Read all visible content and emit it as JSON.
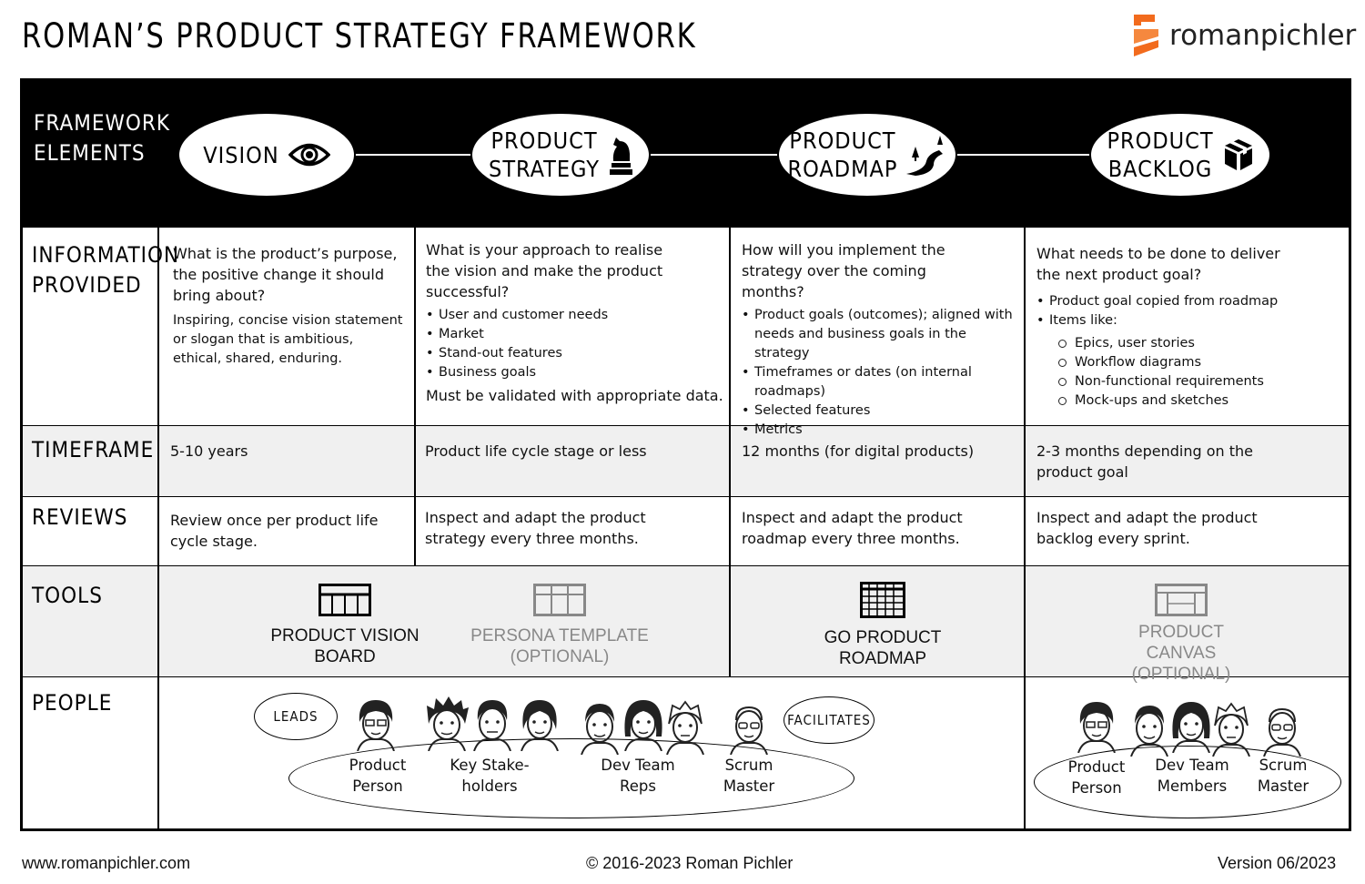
{
  "title": "ROMAN’S PRODUCT STRATEGY FRAMEWORK",
  "logo": {
    "text": "romanpichler",
    "accent": "#f26b1d"
  },
  "header": {
    "label": "FRAMEWORK\nELEMENTS",
    "elements": [
      {
        "label": "VISION",
        "icon": "eye-icon"
      },
      {
        "label": "PRODUCT\nSTRATEGY",
        "icon": "chess-knight-icon"
      },
      {
        "label": "PRODUCT\nROADMAP",
        "icon": "road-icon"
      },
      {
        "label": "PRODUCT\nBACKLOG",
        "icon": "box-icon"
      }
    ]
  },
  "rows": {
    "info": "INFORMATION\nPROVIDED",
    "timeframe": "TIMEFRAME",
    "reviews": "REVIEWS",
    "tools": "TOOLS",
    "people": "PEOPLE"
  },
  "info": {
    "vision": {
      "question": "What is the product’s purpose, the positive change it should bring about?",
      "detail": "Inspiring, concise vision statement or slogan that is ambitious, ethical, shared, enduring."
    },
    "strategy": {
      "question": "What is your approach to realise the vision and make the product successful?",
      "bullets": [
        "User and customer needs",
        "Market",
        "Stand-out features",
        "Business goals"
      ],
      "note": "Must be validated with appropriate data."
    },
    "roadmap": {
      "question": "How will you implement the strategy over the coming months?",
      "bullets": [
        "Product goals (outcomes); aligned with needs and business goals in the strategy",
        "Timeframes or dates (on internal roadmaps)",
        "Selected features",
        "Metrics"
      ]
    },
    "backlog": {
      "question": "What needs to be done to deliver the next product goal?",
      "bullets": [
        "Product goal copied from roadmap",
        "Items like:"
      ],
      "subitems": [
        "Epics, user stories",
        "Workflow diagrams",
        "Non-functional requirements",
        "Mock-ups and sketches"
      ]
    }
  },
  "timeframe": {
    "vision": "5-10 years",
    "strategy": "Product life cycle stage or less",
    "roadmap": "12 months (for digital products)",
    "backlog": "2-3 months depending on the product goal"
  },
  "reviews": {
    "vision": "Review once per product life cycle stage.",
    "strategy": "Inspect and adapt the product strategy every three months.",
    "roadmap": "Inspect and adapt the product roadmap every three months.",
    "backlog": "Inspect and adapt the product backlog every sprint."
  },
  "tools": {
    "vision_board": "PRODUCT VISION\nBOARD",
    "persona": "PERSONA TEMPLATE\n(OPTIONAL)",
    "go_roadmap": "GO PRODUCT\nROADMAP",
    "canvas": "PRODUCT\nCANVAS\n(OPTIONAL)"
  },
  "people": {
    "leads": "LEADS",
    "facilitates": "FACILITATES",
    "strategy_group": [
      "Product\nPerson",
      "Key Stake-\nholders",
      "Dev Team\nReps",
      "Scrum\nMaster"
    ],
    "backlog_group": [
      "Product\nPerson",
      "Dev Team\nMembers",
      "Scrum\nMaster"
    ]
  },
  "footer": {
    "website": "www.romanpichler.com",
    "copyright": "© 2016-2023 Roman Pichler",
    "version": "Version 06/2023"
  }
}
